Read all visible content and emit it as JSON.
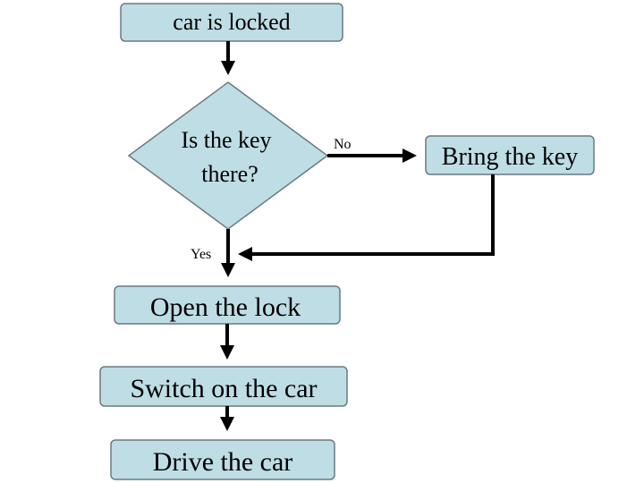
{
  "colors": {
    "node_fill": "#bfdde5",
    "node_stroke": "#6a7a80",
    "arrow": "#000000"
  },
  "nodes": {
    "start": {
      "label": "car is locked"
    },
    "decision": {
      "line1": "Is the key",
      "line2": "there?"
    },
    "bring_key": {
      "label": "Bring the key"
    },
    "open_lock": {
      "label": "Open the lock"
    },
    "switch_on": {
      "label": "Switch on the car"
    },
    "drive": {
      "label": "Drive the car"
    }
  },
  "edges": {
    "no_label": "No",
    "yes_label": "Yes"
  }
}
